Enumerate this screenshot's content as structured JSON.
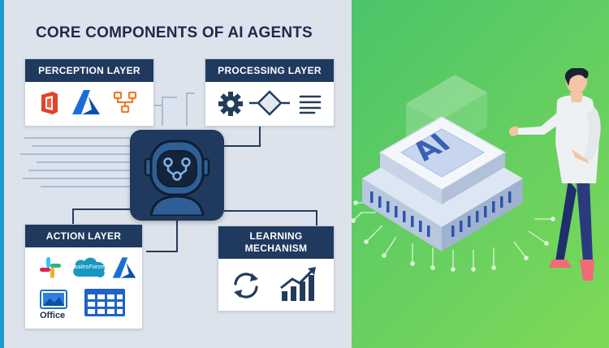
{
  "title": "CORE COMPONENTS OF AI AGENTS",
  "layers": {
    "perception": {
      "label": "PERCEPTION LAYER"
    },
    "processing": {
      "label": "PROCESSING LAYER"
    },
    "action": {
      "label": "ACTION LAYER",
      "salesforce_text": "salesForce",
      "office_text": "Office"
    },
    "learning": {
      "label_line1": "LEARNING",
      "label_line2": "MECHANISM"
    }
  },
  "chip": {
    "text": "AI"
  },
  "colors": {
    "navy": "#1f3a5e",
    "panel_bg": "#dde3ec",
    "accent": "#1d9ac9",
    "green_start": "#4cc46a",
    "green_end": "#7ed957",
    "office_red": "#e3412b",
    "azure_blue": "#1a6fd6",
    "flow_orange": "#f07a28"
  },
  "icons": [
    "office-365-icon",
    "azure-icon",
    "workflow-icon",
    "gear-icon",
    "decision-diamond-icon",
    "list-lines-icon",
    "robot-icon",
    "circuit-icon",
    "slack-icon",
    "salesforce-icon",
    "azure-icon",
    "office-icon",
    "table-grid-icon",
    "refresh-cycle-icon",
    "growth-chart-icon",
    "ai-chip-icon",
    "presenter-person"
  ]
}
